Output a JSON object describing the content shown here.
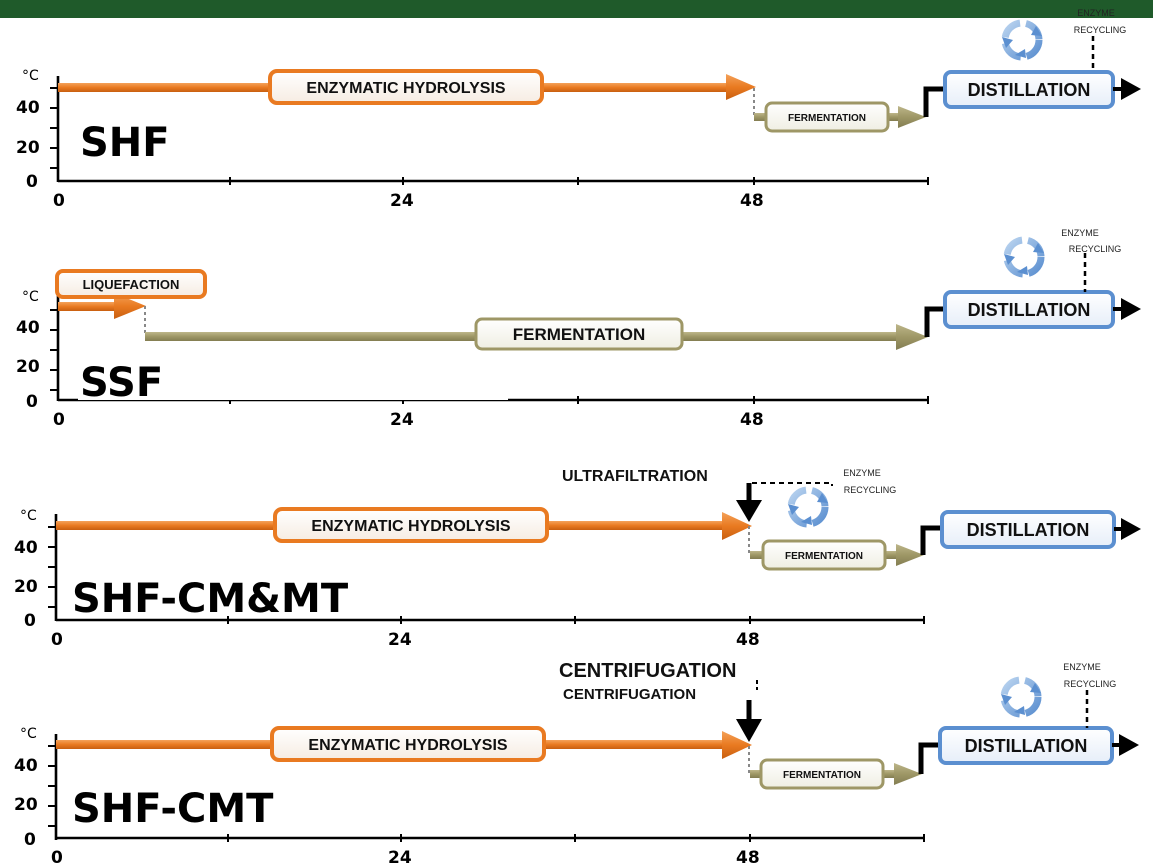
{
  "colors": {
    "top_bar": "#1f5a2a",
    "hydrolysis": "#e97a21",
    "fermentation": "#9e9766",
    "distillation_border": "#5b8fd0"
  },
  "unit_label": "°C",
  "y_ticks": [
    "40",
    "20",
    "0"
  ],
  "x_ticks": [
    "0",
    "24",
    "48"
  ],
  "panels": [
    {
      "name": "SHF",
      "hydrolysis_label": "ENZYMATIC HYDROLYSIS",
      "fermentation_label": "FERMENTATION",
      "distillation_label": "DISTILLATION",
      "recycling_line1": "ENZYME",
      "recycling_line2": "RECYCLING",
      "recycling_icon": "recycle-icon"
    },
    {
      "name": "SSF",
      "liquefaction_label": "LIQUEFACTION",
      "fermentation_label": "FERMENTATION",
      "distillation_label": "DISTILLATION",
      "recycling_line1": "ENZYME",
      "recycling_line2": "RECYCLING",
      "recycling_icon": "recycle-icon"
    },
    {
      "name": "SHF-CM&MT",
      "hydrolysis_label": "ENZYMATIC HYDROLYSIS",
      "separation_label": "ULTRAFILTRATION",
      "fermentation_label": "FERMENTATION",
      "distillation_label": "DISTILLATION",
      "recycling_line1": "ENZYME",
      "recycling_line2": "RECYCLING",
      "recycling_icon": "recycle-icon"
    },
    {
      "name": "SHF-CMT",
      "hydrolysis_label": "ENZYMATIC HYDROLYSIS",
      "separation_label_1": "CENTRIFUGATION",
      "separation_label_2": "CENTRIFUGATION",
      "fermentation_label": "FERMENTATION",
      "distillation_label": "DISTILLATION",
      "recycling_line1": "ENZYME",
      "recycling_line2": "RECYCLING",
      "recycling_icon": "recycle-icon"
    }
  ]
}
